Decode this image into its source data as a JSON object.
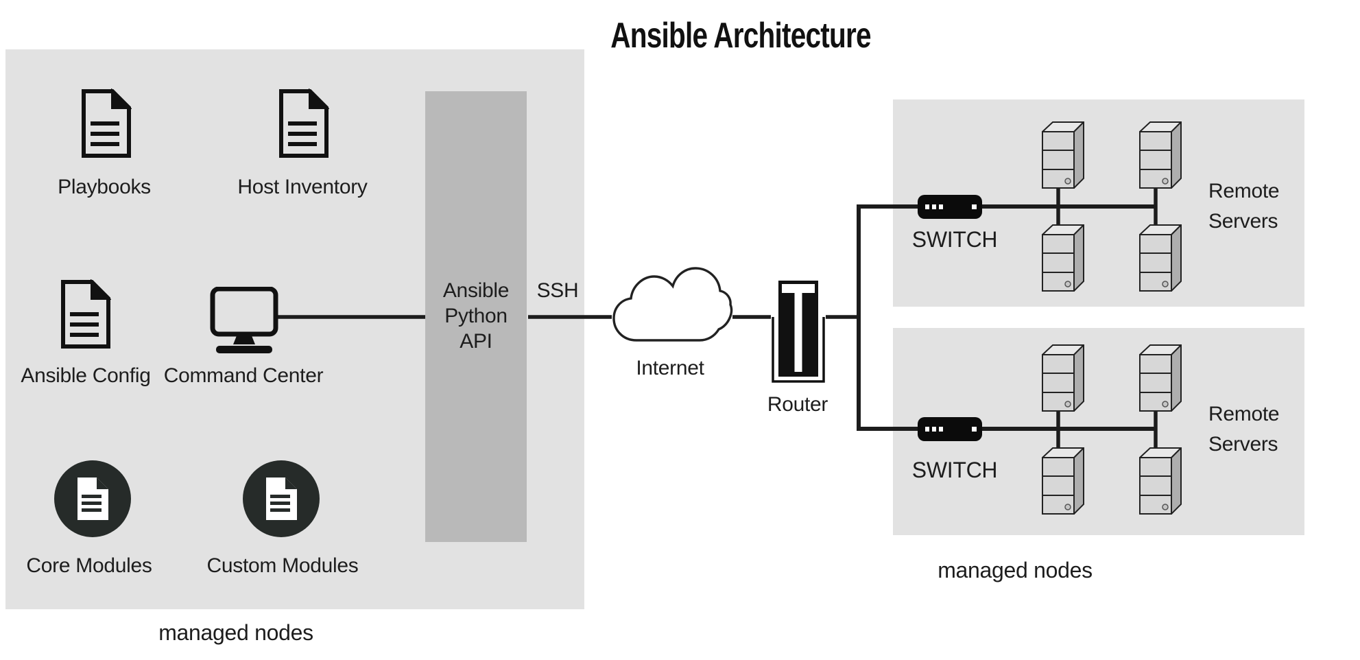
{
  "title": "Ansible Architecture",
  "left_panel": {
    "caption": "managed nodes",
    "items": [
      {
        "label": "Playbooks",
        "icon": "document-icon"
      },
      {
        "label": "Host Inventory",
        "icon": "document-icon"
      },
      {
        "label": "Ansible Config",
        "icon": "document-icon"
      },
      {
        "label": "Command Center",
        "icon": "monitor-icon"
      },
      {
        "label": "Core Modules",
        "icon": "module-circle-icon"
      },
      {
        "label": "Custom Modules",
        "icon": "module-circle-icon"
      }
    ],
    "api": {
      "lines": [
        "Ansible",
        "Python",
        "API"
      ]
    }
  },
  "network": {
    "ssh_label": "SSH",
    "internet_label": "Internet",
    "router_label": "Router"
  },
  "right_panel": {
    "caption": "managed nodes",
    "groups": [
      {
        "switch_label": "SWITCH",
        "servers_lines": [
          "Remote",
          "Servers"
        ],
        "server_count": 4
      },
      {
        "switch_label": "SWITCH",
        "servers_lines": [
          "Remote",
          "Servers"
        ],
        "server_count": 4
      }
    ]
  },
  "colors": {
    "background": "#ffffff",
    "panel_gray": "#e2e2e2",
    "api_bar_gray": "#b9b9b9",
    "line_black": "#1c1c1c",
    "module_circle_dark": "#262b29",
    "server_front": "#d7d7d7",
    "server_side": "#aeaeae",
    "server_top": "#e8e8e8"
  }
}
